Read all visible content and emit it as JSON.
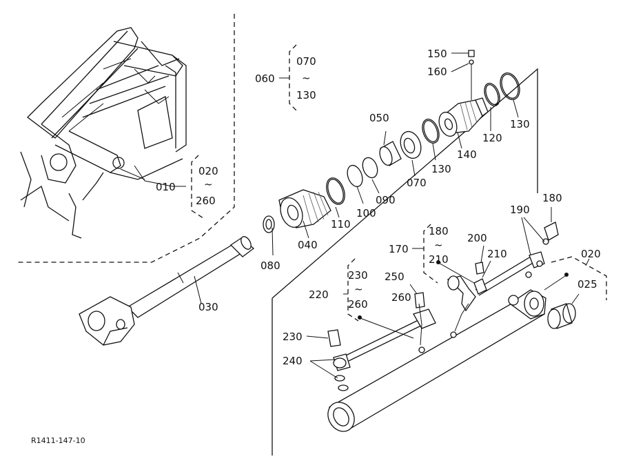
{
  "diagram": {
    "reference_code": "R1411-147-10",
    "labels": {
      "p010": "010",
      "p020a": "020",
      "p020b": "020",
      "p025": "025",
      "p030": "030",
      "p040": "040",
      "p050": "050",
      "p060": "060",
      "p070a": "070",
      "p070b": "070",
      "p080": "080",
      "p090": "090",
      "p100": "100",
      "p110": "110",
      "p120": "120",
      "p130a": "130",
      "p130b": "130",
      "p130c": "130",
      "p140": "140",
      "p150": "150",
      "p160": "160",
      "p170": "170",
      "p180a": "180",
      "p180b": "180",
      "p190": "190",
      "p200": "200",
      "p210a": "210",
      "p210b": "210",
      "p220": "220",
      "p230a": "230",
      "p230b": "230",
      "p240": "240",
      "p250": "250",
      "p260a": "260",
      "p260b": "260",
      "p260c": "260"
    },
    "range_marks": {
      "r060": "~",
      "r020": "~",
      "r170": "~",
      "r220": "~"
    }
  }
}
